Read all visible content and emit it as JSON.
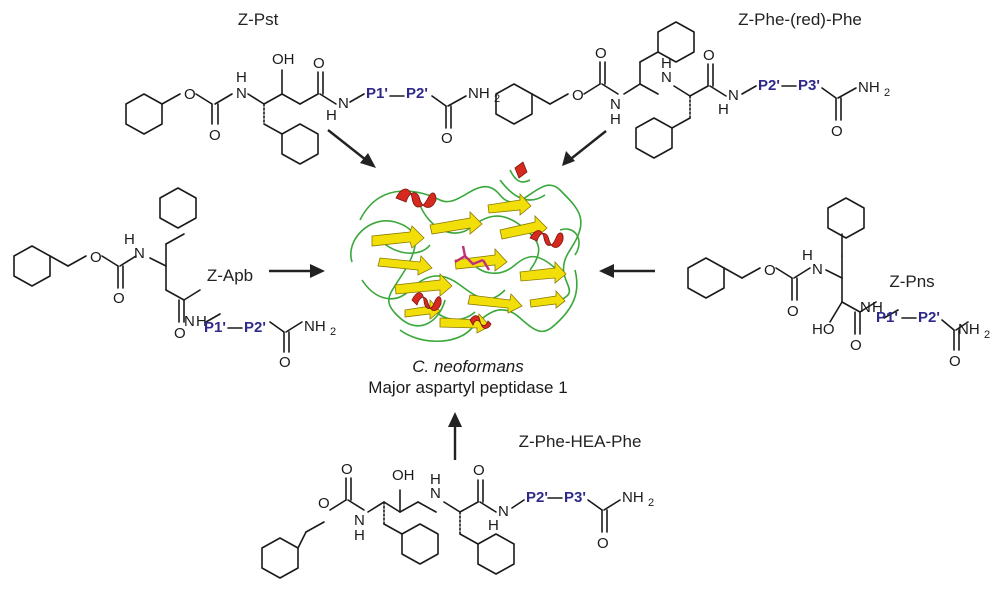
{
  "title": "",
  "enzyme": {
    "organism": "C. neoformans",
    "name": "Major aspartyl peptidase 1"
  },
  "inhibitors": [
    {
      "id": "pst",
      "label": "Z-Pst",
      "residues": [
        "P1'",
        "P2'"
      ]
    },
    {
      "id": "phe_red_phe",
      "label": "Z-Phe-(red)-Phe",
      "residues": [
        "P2'",
        "P3'"
      ]
    },
    {
      "id": "apb",
      "label": "Z-Apb",
      "residues": [
        "P1'",
        "P2'"
      ]
    },
    {
      "id": "pns",
      "label": "Z-Pns",
      "residues": [
        "P1'",
        "P2'"
      ]
    },
    {
      "id": "phe_hea_phe",
      "label": "Z-Phe-HEA-Phe",
      "residues": [
        "P2'",
        "P3'"
      ]
    }
  ],
  "atoms": {
    "nh": "N",
    "h": "H",
    "o": "O",
    "oh": "OH",
    "ho": "HO",
    "nh2": "NH",
    "two": "2"
  },
  "colors": {
    "residue": "#2f2a8a",
    "helix": "#d62a1e",
    "sheet": "#f2df0a",
    "loop": "#3aa83a",
    "ligand": "#c0307a"
  },
  "icons": [
    "protein-structure-icon"
  ]
}
